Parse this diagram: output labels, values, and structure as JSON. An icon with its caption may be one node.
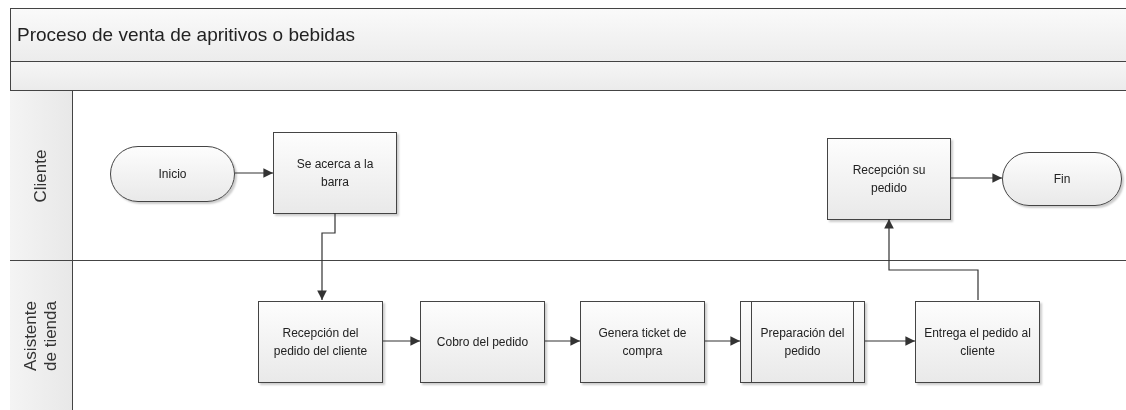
{
  "diagram": {
    "title": "Proceso de venta de apritivos o bebidas",
    "nodes": [
      {
        "text": [
          "Cliente"
        ]
      },
      {
        "text": [
          "Asistente de tienda"
        ]
      },
      {
        "text": [
          "Inicio"
        ],
        "in": 0
      },
      {
        "text": [
          "Se acerca a la barra"
        ],
        "in": 0
      },
      {
        "text": [
          "Recepción su pedido"
        ],
        "in": 0
      },
      {
        "text": [
          "Fin"
        ],
        "in": 0
      },
      {
        "text": [
          "Recepción del pedido del cliente"
        ],
        "in": 1
      },
      {
        "text": [
          "Cobro del pedido"
        ],
        "in": 1
      },
      {
        "text": [
          "Genera ticket de compra"
        ],
        "in": 1
      },
      {
        "text": [
          "Preparación del pedido"
        ],
        "in": 1
      },
      {
        "text": [
          "Entrega el pedido al cliente"
        ],
        "in": 1
      }
    ],
    "edges": [
      {
        "from": 2,
        "to": 3,
        "arrow": "to"
      },
      {
        "from": 3,
        "to": 6,
        "arrow": "to"
      },
      {
        "from": 6,
        "to": 7,
        "arrow": "to"
      },
      {
        "from": 7,
        "to": 8,
        "arrow": "to"
      },
      {
        "from": 8,
        "to": 9,
        "arrow": "to"
      },
      {
        "from": 9,
        "to": 10,
        "arrow": "to"
      },
      {
        "from": 10,
        "to": 4,
        "arrow": "to"
      },
      {
        "from": 4,
        "to": 5,
        "arrow": "to"
      }
    ]
  }
}
